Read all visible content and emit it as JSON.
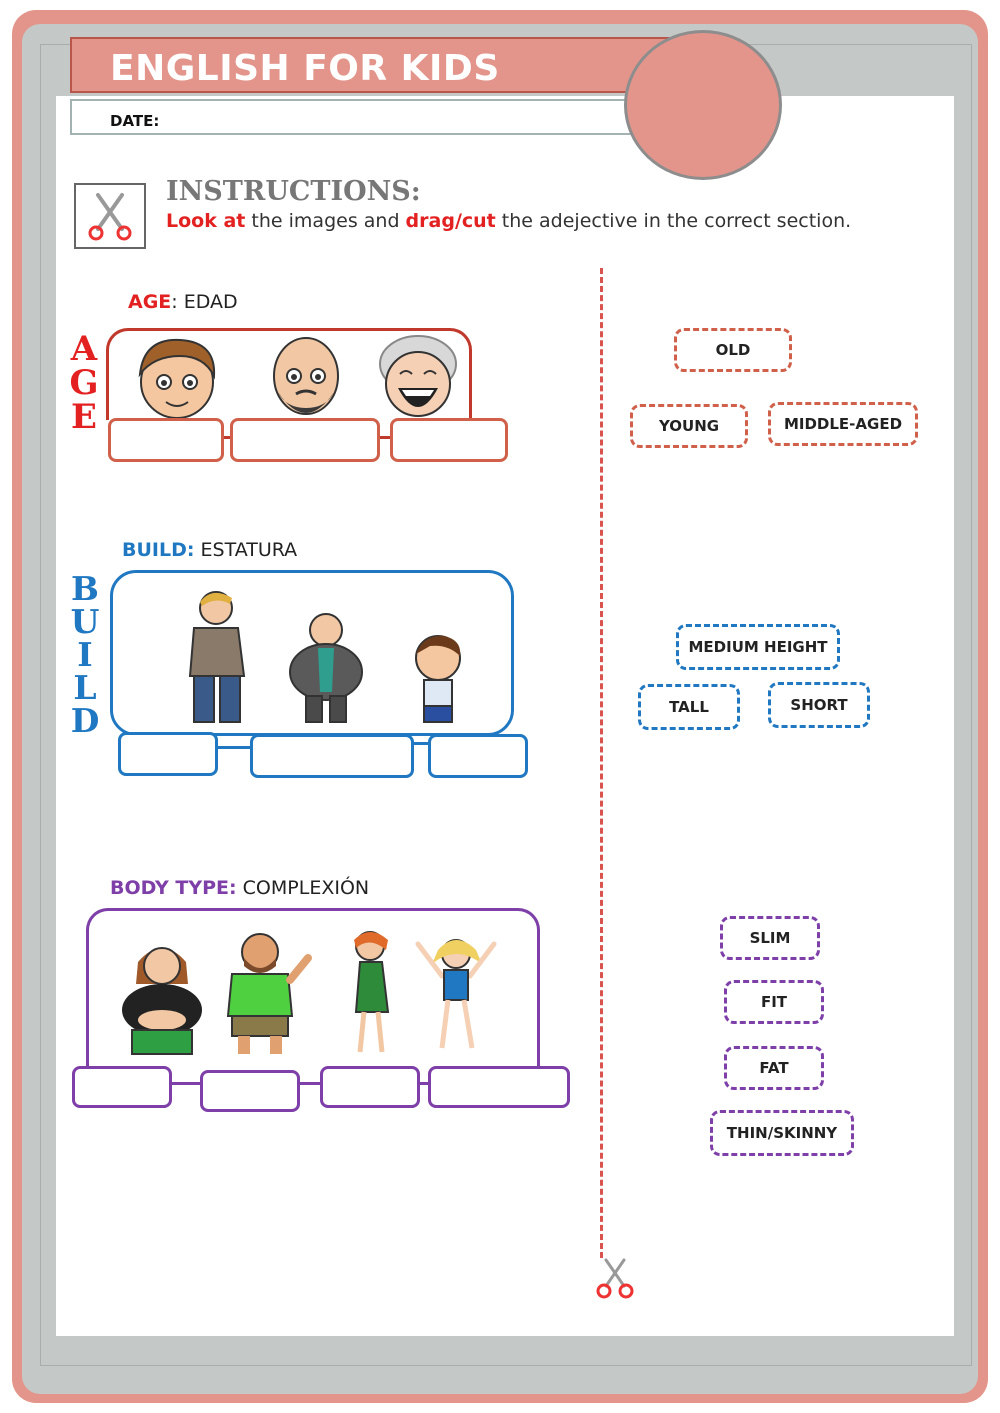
{
  "header": {
    "title": "ENGLISH FOR KIDS",
    "date_label": "DATE:"
  },
  "instructions": {
    "title": "INSTRUCTIONS:",
    "part1": "Look at",
    "part2": " the images and ",
    "part3": "drag/cut",
    "part4": " the adejective in the correct section."
  },
  "sections": {
    "age": {
      "label_key": "AGE",
      "label_rest": ": EDAD",
      "side_letters": [
        "A",
        "G",
        "E"
      ],
      "color": "#c0392b"
    },
    "build": {
      "label_key": "BUILD:",
      "label_rest": " ESTATURA",
      "side_letters": [
        "B",
        "U",
        "I",
        "L",
        "D"
      ],
      "color": "#1f78c1"
    },
    "body": {
      "label_key": "BODY TYPE:",
      "label_rest": " COMPLEXIÓN",
      "color": "#7e3fa8"
    }
  },
  "words": {
    "age": [
      "OLD",
      "YOUNG",
      "MIDDLE-AGED"
    ],
    "build": [
      "MEDIUM HEIGHT",
      "TALL",
      "SHORT"
    ],
    "body": [
      "SLIM",
      "FIT",
      "FAT",
      "THIN/SKINNY"
    ]
  },
  "colors": {
    "frame": "#e3958b",
    "age_chip": "#d0604a",
    "build_chip": "#1f78c1",
    "body_chip": "#7e3fa8"
  }
}
